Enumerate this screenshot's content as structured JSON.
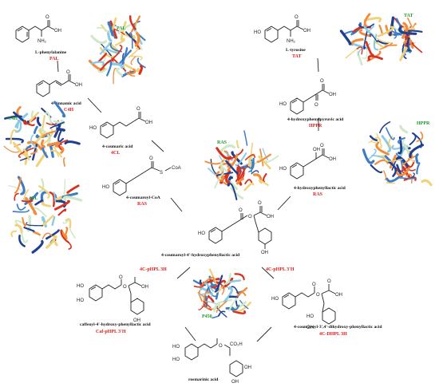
{
  "compounds": {
    "phe": "L-phenylalanine",
    "cin": "4-cinnamic acid",
    "cou": "4-coumaric acid",
    "coa": "4-coumaroyl-CoA",
    "tyr": "L-tyrosine",
    "hppa": "4-hydroxyphenylpyruvic acid",
    "hppl": "4-hydroxyphenyllactic acid",
    "chpl": "4-coumaroyl-4'-hydroxyphenyllactic acid",
    "caf": "caffeoyl-4'-hydroxy-phenyllactic acid",
    "cdh": "4-coumaroyl-3',4'-dihydroxy-phenyllactic acid",
    "ros": "rosmarinic acid"
  },
  "enzymes": {
    "pal": "PAL",
    "c4h": "C4H",
    "fcl": "4CL",
    "ras": "RAS",
    "tat": "TAT",
    "hppr": "HPPR",
    "ras2": "RAS",
    "c3h_a": "4C-pHPL 3H",
    "c3h_b": "4C-pHPL 3'H",
    "caf_h": "Caf-pHPL 3'H",
    "cdh_h": "4C-DHPL 3H"
  },
  "protein_labels": {
    "pal": "PAL",
    "c4h": "C4H",
    "fcl": "4CL",
    "ras": "RAS",
    "tat": "TAT",
    "hppr": "HPPR",
    "p450": "P450"
  },
  "atoms": {
    "oh": "OH",
    "ho": "HO",
    "o": "O",
    "s": "S",
    "coa": "CoA",
    "nh2": "NH₂",
    "co2h": "CO₂H"
  },
  "colors": {
    "enzyme_text": "#e11a1a",
    "protein_label": "#19962a",
    "ribbon_palette": [
      "#1f3f8f",
      "#3e7cc4",
      "#8cc9e3",
      "#cfe8c8",
      "#f0d27a",
      "#f08c3c",
      "#d6321f"
    ]
  }
}
